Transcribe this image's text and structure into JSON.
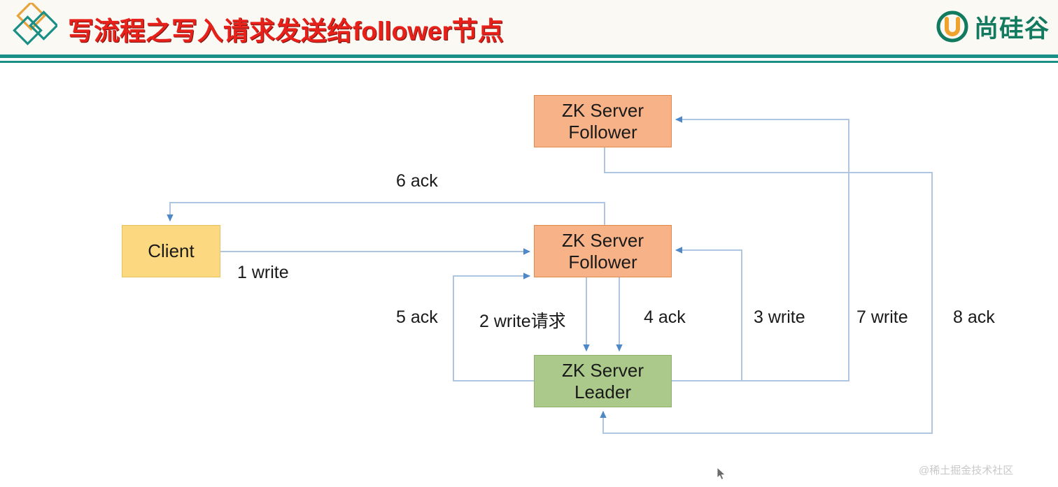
{
  "header": {
    "title": "写流程之写入请求发送给follower节点",
    "title_color": "#e8201a",
    "brand_mark_name": "three-diamonds-logo",
    "logo_text": "尚硅谷",
    "logo_color": "#127a5e",
    "rule_color": "#1a8f86"
  },
  "diagram": {
    "type": "sequence-flow",
    "nodes": [
      {
        "id": "client",
        "line1": "Client",
        "line2": "",
        "fill": "#fcd980",
        "stroke": "#e8c15f"
      },
      {
        "id": "follower_top",
        "line1": "ZK Server",
        "line2": "Follower",
        "fill": "#f8b287",
        "stroke": "#e08a4e"
      },
      {
        "id": "follower_mid",
        "line1": "ZK Server",
        "line2": "Follower",
        "fill": "#f8b287",
        "stroke": "#e08a4e"
      },
      {
        "id": "leader",
        "line1": "ZK Server",
        "line2": "Leader",
        "fill": "#aac98a",
        "stroke": "#8fb06e"
      }
    ],
    "edges": [
      {
        "step": 1,
        "label": "1 write",
        "from": "client",
        "to": "follower_mid"
      },
      {
        "step": 2,
        "label": "2 write请求",
        "from": "follower_mid",
        "to": "leader"
      },
      {
        "step": 3,
        "label": "3 write",
        "from": "leader",
        "to": "follower_mid"
      },
      {
        "step": 4,
        "label": "4 ack",
        "from": "follower_mid",
        "to": "leader"
      },
      {
        "step": 5,
        "label": "5 ack",
        "from": "leader",
        "to": "follower_mid"
      },
      {
        "step": 6,
        "label": "6 ack",
        "from": "follower_mid",
        "to": "client"
      },
      {
        "step": 7,
        "label": "7 write",
        "from": "leader",
        "to": "follower_top"
      },
      {
        "step": 8,
        "label": "8 ack",
        "from": "follower_top",
        "to": "leader"
      }
    ],
    "edge_color": "#9cb9d9"
  },
  "watermark": {
    "text": "@稀土掘金技术社区"
  },
  "cursor": {
    "name": "mouse-pointer"
  }
}
